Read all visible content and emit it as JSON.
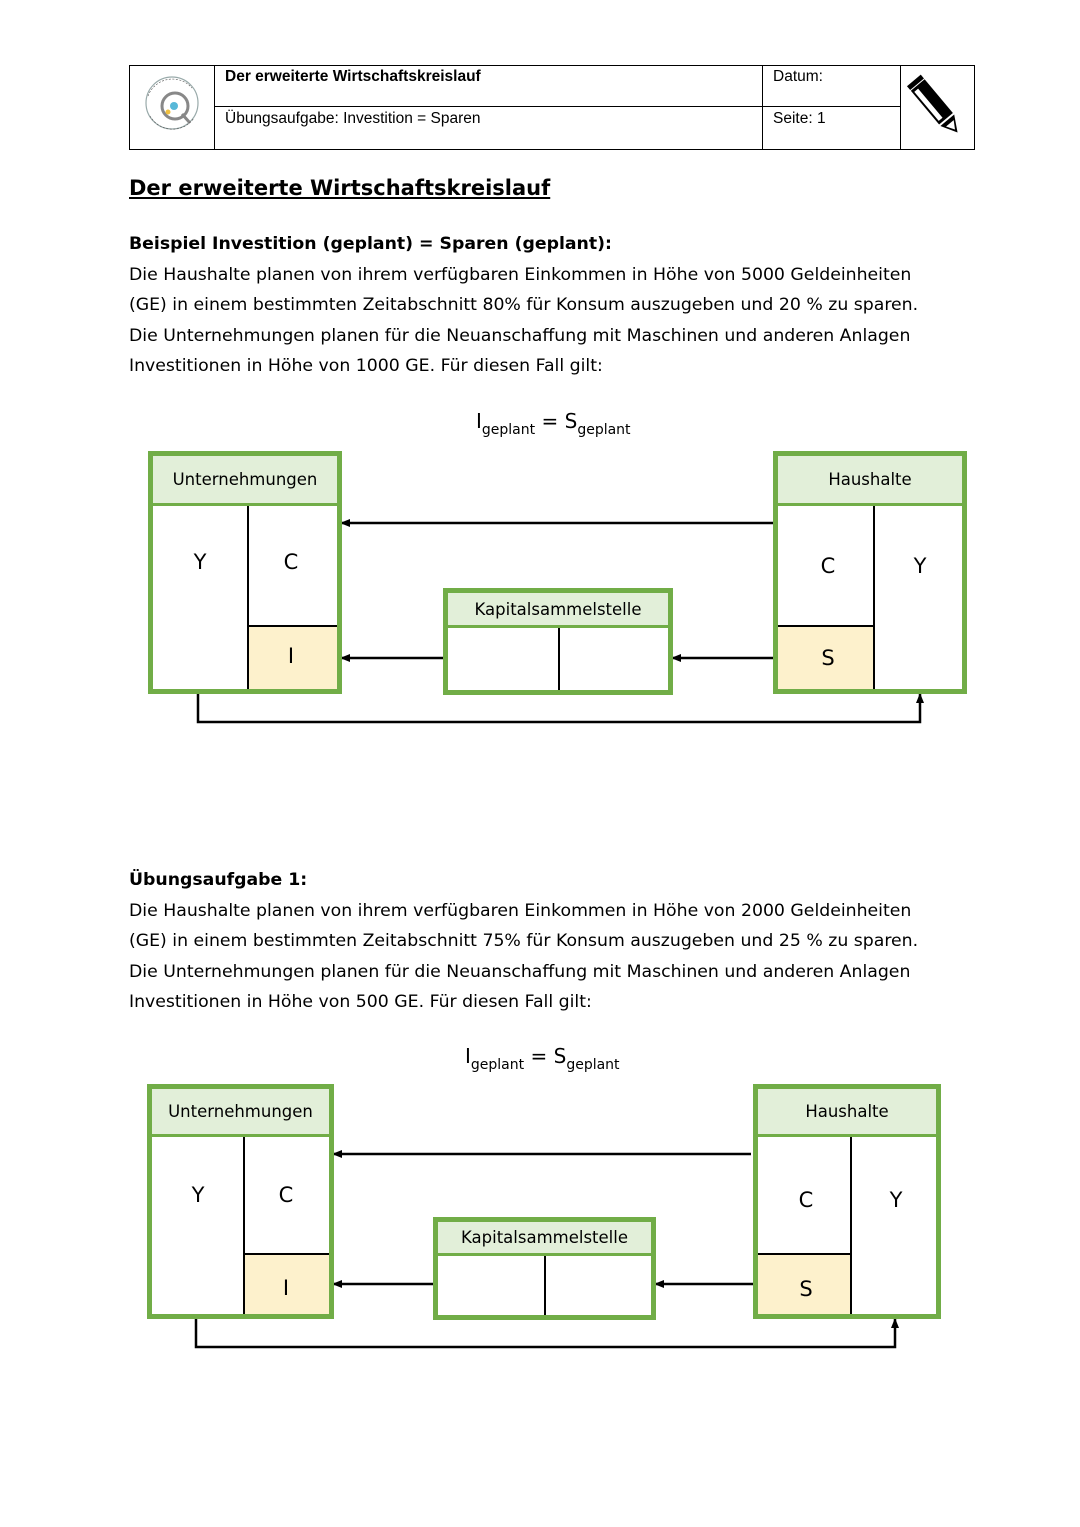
{
  "header": {
    "title": "Der erweiterte Wirtschaftskreislauf",
    "subtitle": "Übungsaufgabe: Investition = Sparen",
    "date_label": "Datum:",
    "page_label": "Seite: 1",
    "logo_icon": "school-seal-logo",
    "pencil_icon": "pencil-icon"
  },
  "doc_title": "Der erweiterte Wirtschaftskreislauf",
  "example": {
    "heading": "Beispiel  Investition (geplant) = Sparen (geplant):",
    "lines": [
      "Die Haushalte planen von ihrem verfügbaren Einkommen in Höhe von 5000 Geldeinheiten",
      "(GE) in einem bestimmten Zeitabschnitt 80% für Konsum auszugeben und 20 % zu sparen.",
      "Die Unternehmungen planen für die Neuanschaffung mit Maschinen und anderen Anlagen",
      "Investitionen in Höhe von 1000 GE. Für diesen Fall gilt:"
    ]
  },
  "exercise1": {
    "heading": "Übungsaufgabe 1:",
    "lines": [
      "Die Haushalte planen von ihrem verfügbaren Einkommen in Höhe von 2000 Geldeinheiten",
      "(GE) in einem bestimmten Zeitabschnitt 75% für Konsum auszugeben und 25 % zu sparen.",
      "Die Unternehmungen planen für die Neuanschaffung mit Maschinen und anderen Anlagen",
      "Investitionen in Höhe von 500 GE. Für diesen Fall gilt:"
    ]
  },
  "diagram": {
    "eq_i": "I",
    "eq_i_sub": "geplant",
    "eq_equals": " = ",
    "eq_s": "S",
    "eq_s_sub": "geplant",
    "firms": "Unternehmungen",
    "households": "Haushalte",
    "capital": "Kapitalsammelstelle",
    "y": "Y",
    "c": "C",
    "i": "I",
    "s": "S",
    "colors": {
      "border": "#71ad47",
      "header": "#e2efd9",
      "highlight": "#fdf1cc"
    }
  }
}
